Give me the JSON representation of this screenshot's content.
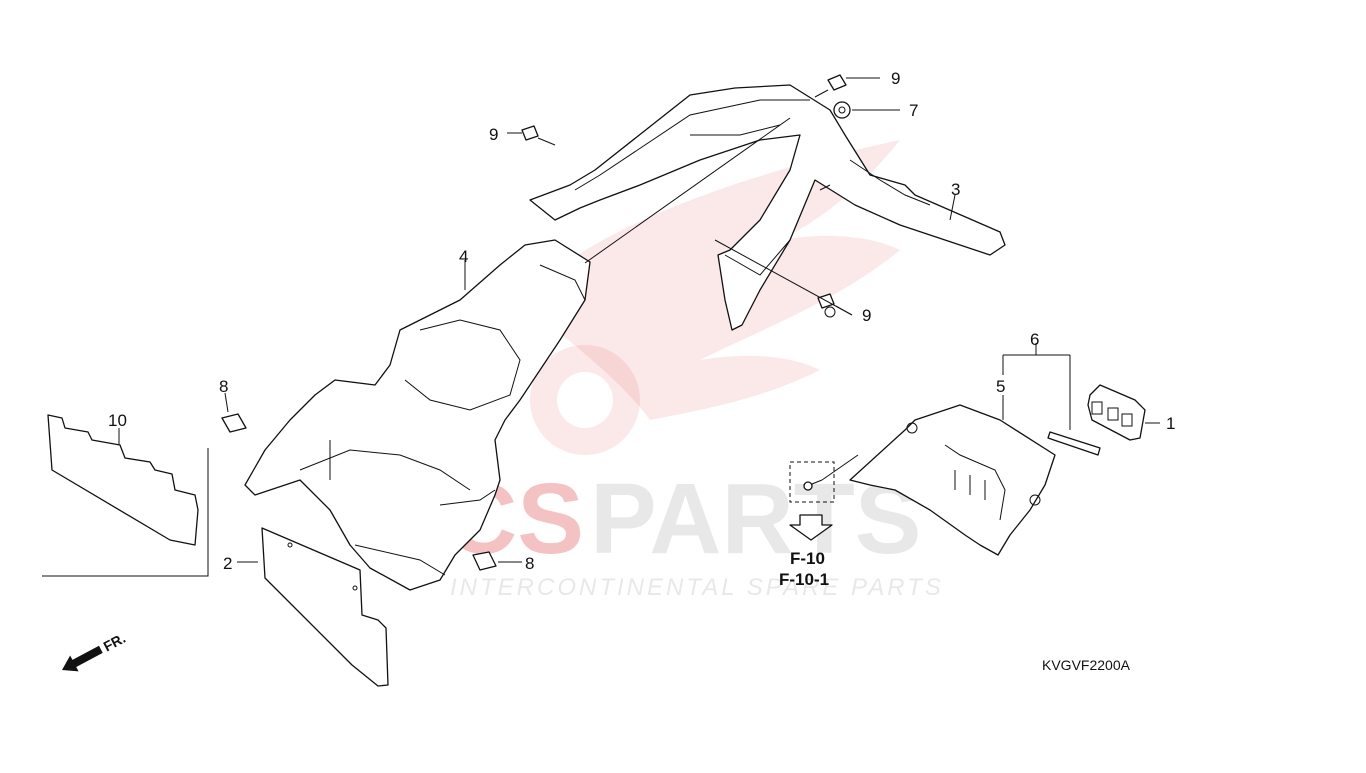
{
  "diagram": {
    "code": "KVGVF2200A",
    "front_arrow_label": "FR.",
    "reference_labels": [
      "F-10",
      "F-10-1"
    ],
    "callouts": {
      "part_1": "1",
      "part_2": "2",
      "part_3": "3",
      "part_4": "4",
      "part_5": "5",
      "part_6": "6",
      "part_7": "7",
      "part_8_upper": "8",
      "part_8_lower": "8",
      "part_9_top_right": "9",
      "part_9_left": "9",
      "part_9_middle": "9",
      "part_10": "10"
    }
  },
  "watermark": {
    "brand_prefix": "CS",
    "brand_suffix": "PARTS",
    "tagline": "INTERCONTINENTAL SPARE PARTS",
    "accent_color": "#e05353"
  }
}
